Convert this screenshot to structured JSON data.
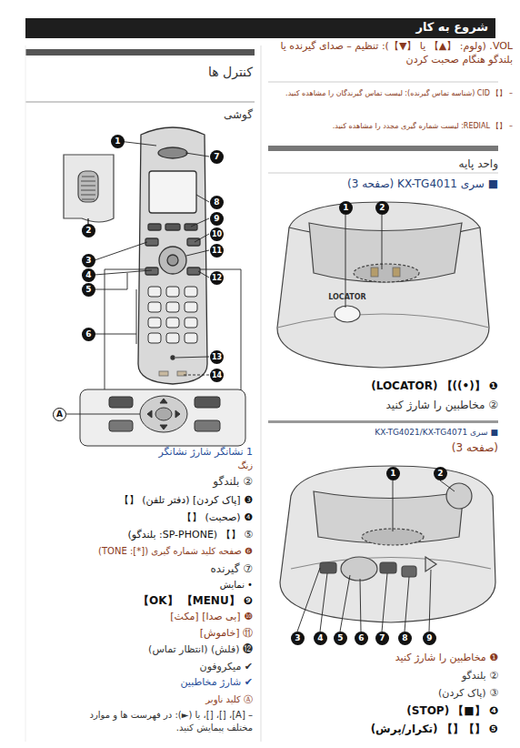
{
  "diagram": {
    "nodes": [
      {
        "text": [
          "شروع به کار"
        ]
      }
    ],
    "labels": [
      "کنترل ها",
      "گوشی",
      "1",
      "2",
      "3",
      "4",
      "5",
      "6",
      "7",
      "8",
      "9",
      "10",
      "11",
      "12",
      "13",
      "14",
      "A",
      "1 نشانگر شارژ نشانگر",
      "زنگ",
      "② بلندگو",
      "❸ [پاک کردن] (دفتر تلفن) 【】",
      "❹ (صحبت) 【】",
      "⑤ 【】 (SP-PHONE: بلندگو)",
      "❻ صفحه کلید شماره گیری ([*]: TONE)",
      "⑦ گیرنده",
      "• نمایش",
      "❾ 【MENU】 【OK】",
      "❿ [بی صدا] [مکث]",
      "⑪ [خاموش]",
      "⓬ (فلش) (انتظار تماس)",
      "✔ میکروفون",
      "✔ شارژ مخاطبین",
      "Ⓐ کلید ناوبر",
      "– [A]، []، []، یا (►): در فهرست ها و موارد مختلف پیمایش کنید.",
      "VOL. (ولوم: 【▲】 یا 【▼】): تنظیم – صدای گیرنده یا بلندگو هنگام صحبت کردن",
      "– 【】 CID (شناسه تماس گیرنده): لیست تماس گیرندگان را مشاهده کنید.",
      "– 【】 REDIAL: لیست شماره گیری مجدد را مشاهده کنید.",
      "واحد پایه",
      "■ سری KX-TG4011 (صفحه 3)",
      "1",
      "2",
      "LOCATOR",
      "❶ 【(•))】 (LOCATOR)",
      "② مخاطبین را شارژ کنید",
      "■ سری KX-TG4021/KX-TG4071",
      "(صفحه 3)",
      "1",
      "2",
      "3",
      "4",
      "5",
      "6",
      "7",
      "8",
      "9",
      "❶ مخاطبین را شارژ کنید",
      "② بلندگو",
      "③ (پاک کردن)",
      "❹ 【■】 (STOP)",
      "❺ 【】【】 (تکرار/پرش)"
    ]
  }
}
